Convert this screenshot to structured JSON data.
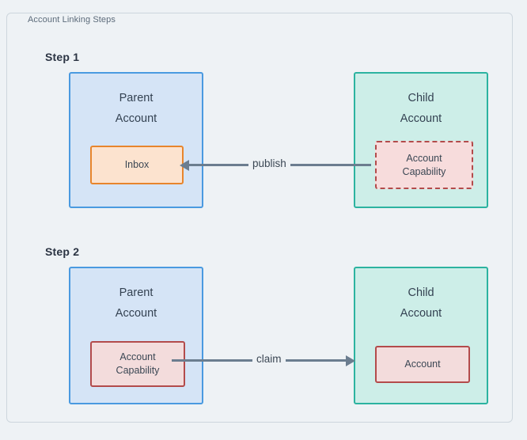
{
  "frame": {
    "legend": "Account Linking Steps"
  },
  "colors": {
    "background": "#eef2f5",
    "frame_border": "#cdd6dd",
    "parent_border": "#4a9ae0",
    "parent_fill": "#d5e4f6",
    "child_border": "#2cb3a0",
    "child_fill": "#cdeee8",
    "inbox_border": "#e8852c",
    "inbox_fill": "#fce3cf",
    "capability_border": "#b34b4b",
    "capability_fill": "#f7dcdc",
    "arrow": "#6b7d8f",
    "text": "#3b4754",
    "heading": "#2b3443"
  },
  "steps": [
    {
      "label": "Step 1",
      "parent": {
        "title": "Parent\nAccount",
        "inner": {
          "label": "Inbox",
          "style": "solid-orange"
        }
      },
      "child": {
        "title": "Child\nAccount",
        "inner": {
          "label": "Account\nCapability",
          "style": "dashed-red"
        }
      },
      "arrow": {
        "label": "publish",
        "direction": "left"
      }
    },
    {
      "label": "Step 2",
      "parent": {
        "title": "Parent\nAccount",
        "inner": {
          "label": "Account\nCapability",
          "style": "solid-red"
        }
      },
      "child": {
        "title": "Child\nAccount",
        "inner": {
          "label": "Account",
          "style": "solid-red"
        }
      },
      "arrow": {
        "label": "claim",
        "direction": "right"
      }
    }
  ]
}
